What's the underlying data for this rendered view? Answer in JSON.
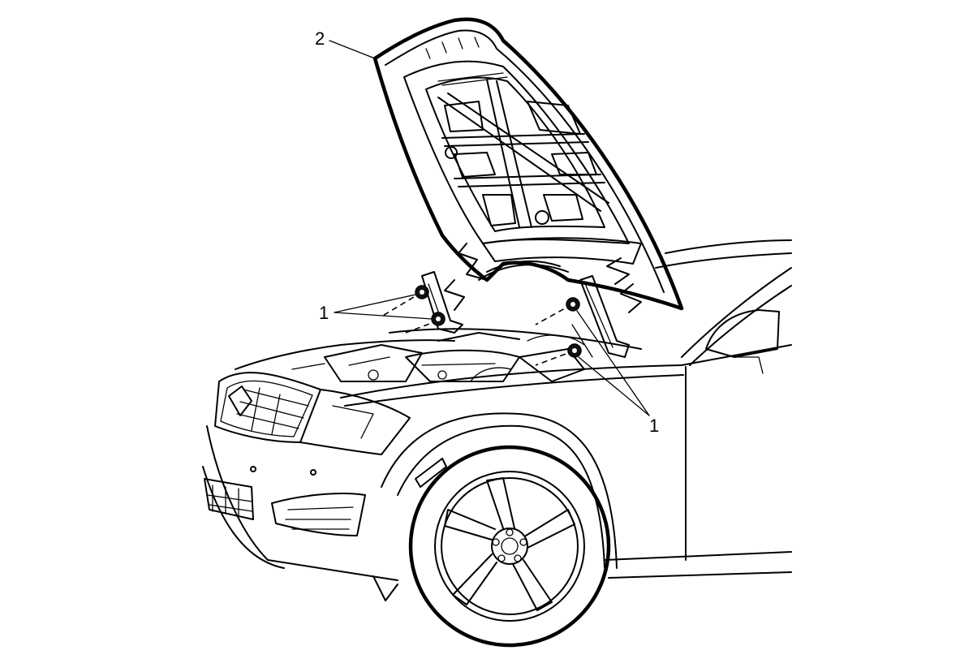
{
  "callouts": {
    "hood_label": "2",
    "nut_label_left": "1",
    "nut_label_right": "1"
  }
}
